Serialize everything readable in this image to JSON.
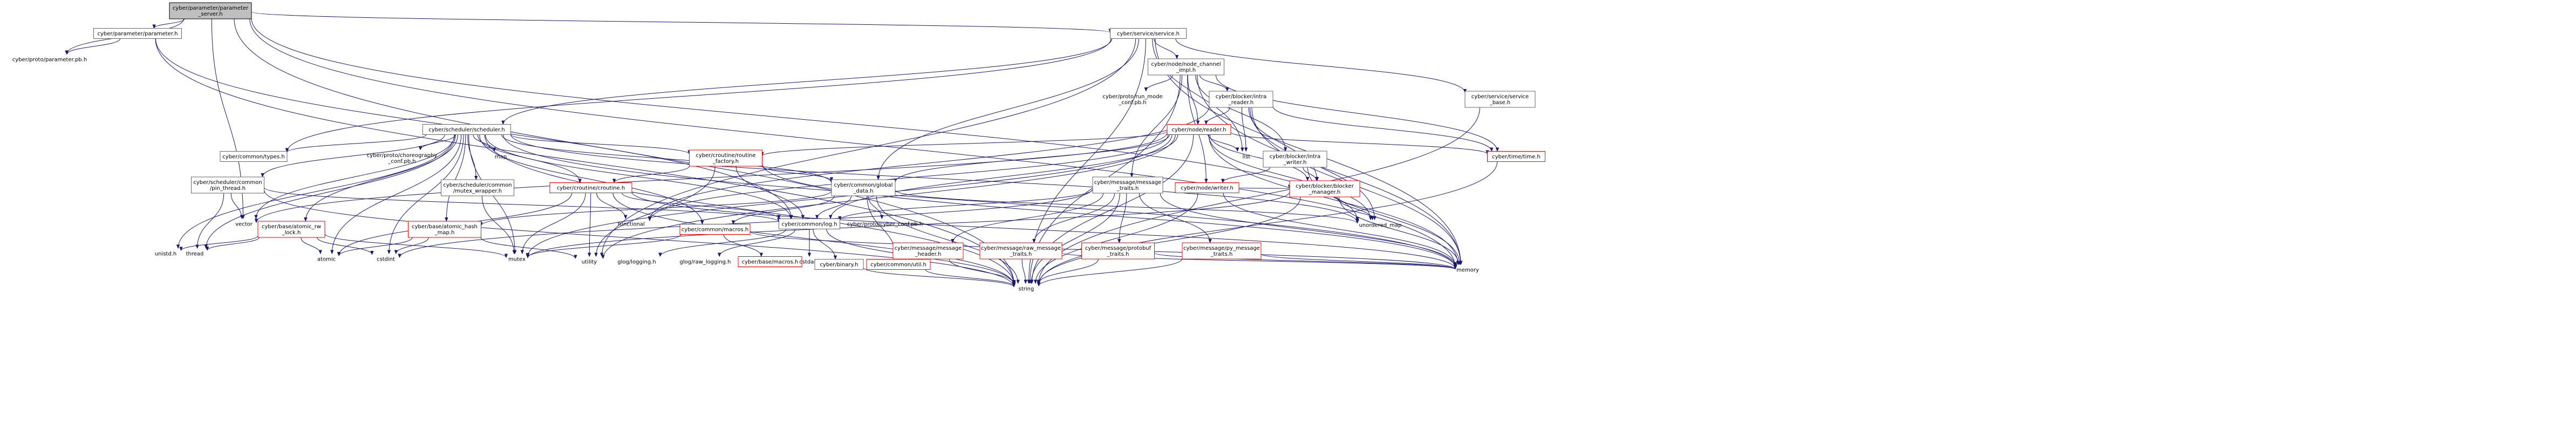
{
  "root_id": "server",
  "nodes": [
    {
      "id": "server",
      "lines": [
        "cyber/parameter/parameter",
        "_server.h"
      ],
      "style": "root"
    },
    {
      "id": "param_h",
      "lines": [
        "cyber/parameter/parameter.h"
      ],
      "style": "normal"
    },
    {
      "id": "param_pb",
      "lines": [
        "cyber/proto/parameter.pb.h"
      ],
      "style": "plain"
    },
    {
      "id": "service_h",
      "lines": [
        "cyber/service/service.h"
      ],
      "style": "normal"
    },
    {
      "id": "node_channel",
      "lines": [
        "cyber/node/node_channel",
        "_impl.h"
      ],
      "style": "normal"
    },
    {
      "id": "run_mode",
      "lines": [
        "cyber/proto/run_mode",
        "_conf.pb.h"
      ],
      "style": "plain"
    },
    {
      "id": "intra_reader",
      "lines": [
        "cyber/blocker/intra",
        "_reader.h"
      ],
      "style": "normal"
    },
    {
      "id": "service_base",
      "lines": [
        "cyber/service/service",
        "_base.h"
      ],
      "style": "normal"
    },
    {
      "id": "scheduler",
      "lines": [
        "cyber/scheduler/scheduler.h"
      ],
      "style": "normal"
    },
    {
      "id": "node_reader",
      "lines": [
        "cyber/node/reader.h"
      ],
      "style": "red"
    },
    {
      "id": "types",
      "lines": [
        "cyber/common/types.h"
      ],
      "style": "normal"
    },
    {
      "id": "choreo",
      "lines": [
        "cyber/proto/choreography",
        "_conf.pb.h"
      ],
      "style": "plain"
    },
    {
      "id": "map",
      "lines": [
        "map"
      ],
      "style": "plain"
    },
    {
      "id": "routine_factory",
      "lines": [
        "cyber/croutine/routine",
        "_factory.h"
      ],
      "style": "red"
    },
    {
      "id": "list",
      "lines": [
        "list"
      ],
      "style": "plain"
    },
    {
      "id": "time_h",
      "lines": [
        "cyber/time/time.h"
      ],
      "style": "red"
    },
    {
      "id": "intra_writer",
      "lines": [
        "cyber/blocker/intra",
        "_writer.h"
      ],
      "style": "normal"
    },
    {
      "id": "pin_thread",
      "lines": [
        "cyber/scheduler/common",
        "/pin_thread.h"
      ],
      "style": "normal"
    },
    {
      "id": "mutex_wrapper",
      "lines": [
        "cyber/scheduler/common",
        "/mutex_wrapper.h"
      ],
      "style": "normal"
    },
    {
      "id": "croutine",
      "lines": [
        "cyber/croutine/croutine.h"
      ],
      "style": "red"
    },
    {
      "id": "global_data",
      "lines": [
        "cyber/common/global",
        "_data.h"
      ],
      "style": "normal"
    },
    {
      "id": "msg_traits",
      "lines": [
        "cyber/message/message",
        "_traits.h"
      ],
      "style": "normal"
    },
    {
      "id": "node_writer",
      "lines": [
        "cyber/node/writer.h"
      ],
      "style": "red"
    },
    {
      "id": "blocker_manager",
      "lines": [
        "cyber/blocker/blocker",
        "_manager.h"
      ],
      "style": "red"
    },
    {
      "id": "functional",
      "lines": [
        "functional"
      ],
      "style": "plain"
    },
    {
      "id": "atomic_rw",
      "lines": [
        "cyber/base/atomic_rw",
        "_lock.h"
      ],
      "style": "red"
    },
    {
      "id": "atomic_hash",
      "lines": [
        "cyber/base/atomic_hash",
        "_map.h"
      ],
      "style": "red"
    },
    {
      "id": "vector",
      "lines": [
        "vector"
      ],
      "style": "plain"
    },
    {
      "id": "macros_common",
      "lines": [
        "cyber/common/macros.h"
      ],
      "style": "red"
    },
    {
      "id": "log_h",
      "lines": [
        "cyber/common/log.h"
      ],
      "style": "normal"
    },
    {
      "id": "cyber_conf",
      "lines": [
        "cyber/proto/cyber_conf.pb.h"
      ],
      "style": "plain"
    },
    {
      "id": "msg_header",
      "lines": [
        "cyber/message/message",
        "_header.h"
      ],
      "style": "red"
    },
    {
      "id": "raw_traits",
      "lines": [
        "cyber/message/raw_message",
        "_traits.h"
      ],
      "style": "red"
    },
    {
      "id": "proto_traits",
      "lines": [
        "cyber/message/protobuf",
        "_traits.h"
      ],
      "style": "red"
    },
    {
      "id": "py_traits",
      "lines": [
        "cyber/message/py_message",
        "_traits.h"
      ],
      "style": "red"
    },
    {
      "id": "unordered_map",
      "lines": [
        "unordered_map"
      ],
      "style": "plain"
    },
    {
      "id": "unistd",
      "lines": [
        "unistd.h"
      ],
      "style": "plain"
    },
    {
      "id": "thread",
      "lines": [
        "thread"
      ],
      "style": "plain"
    },
    {
      "id": "atomic",
      "lines": [
        "atomic"
      ],
      "style": "plain"
    },
    {
      "id": "cstdint",
      "lines": [
        "cstdint"
      ],
      "style": "plain"
    },
    {
      "id": "mutex",
      "lines": [
        "mutex"
      ],
      "style": "plain"
    },
    {
      "id": "utility",
      "lines": [
        "utility"
      ],
      "style": "plain"
    },
    {
      "id": "glog",
      "lines": [
        "glog/logging.h"
      ],
      "style": "plain"
    },
    {
      "id": "glog_raw",
      "lines": [
        "glog/raw_logging.h"
      ],
      "style": "plain"
    },
    {
      "id": "base_macros",
      "lines": [
        "cyber/base/macros.h"
      ],
      "style": "red"
    },
    {
      "id": "cstdarg",
      "lines": [
        "cstdarg"
      ],
      "style": "plain"
    },
    {
      "id": "binary",
      "lines": [
        "cyber/binary.h"
      ],
      "style": "normal"
    },
    {
      "id": "util_h",
      "lines": [
        "cyber/common/util.h"
      ],
      "style": "red"
    },
    {
      "id": "memory",
      "lines": [
        "memory"
      ],
      "style": "plain"
    },
    {
      "id": "string",
      "lines": [
        "string"
      ],
      "style": "plain"
    }
  ],
  "edges": [
    [
      "server",
      "param_h"
    ],
    [
      "server",
      "param_pb"
    ],
    [
      "server",
      "service_h"
    ],
    [
      "server",
      "string"
    ],
    [
      "server",
      "memory"
    ],
    [
      "server",
      "vector"
    ],
    [
      "server",
      "unordered_map"
    ],
    [
      "param_h",
      "param_pb"
    ],
    [
      "param_h",
      "log_h"
    ],
    [
      "param_h",
      "string"
    ],
    [
      "service_h",
      "node_channel"
    ],
    [
      "service_h",
      "service_base"
    ],
    [
      "service_h",
      "scheduler"
    ],
    [
      "service_h",
      "types"
    ],
    [
      "service_h",
      "global_data"
    ],
    [
      "service_h",
      "list"
    ],
    [
      "service_h",
      "memory"
    ],
    [
      "service_h",
      "string"
    ],
    [
      "service_h",
      "utility"
    ],
    [
      "node_channel",
      "run_mode"
    ],
    [
      "node_channel",
      "intra_reader"
    ],
    [
      "node_channel",
      "intra_writer"
    ],
    [
      "node_channel",
      "node_reader"
    ],
    [
      "node_channel",
      "node_writer"
    ],
    [
      "node_channel",
      "msg_traits"
    ],
    [
      "node_channel",
      "time_h"
    ],
    [
      "node_channel",
      "memory"
    ],
    [
      "node_channel",
      "string"
    ],
    [
      "intra_reader",
      "node_reader"
    ],
    [
      "intra_reader",
      "blocker_manager"
    ],
    [
      "intra_reader",
      "time_h"
    ],
    [
      "intra_reader",
      "list"
    ],
    [
      "intra_reader",
      "functional"
    ],
    [
      "intra_reader",
      "memory"
    ],
    [
      "intra_reader",
      "unordered_map"
    ],
    [
      "intra_writer",
      "node_writer"
    ],
    [
      "intra_writer",
      "blocker_manager"
    ],
    [
      "intra_writer",
      "memory"
    ],
    [
      "service_base",
      "string"
    ],
    [
      "scheduler",
      "types"
    ],
    [
      "scheduler",
      "choreo"
    ],
    [
      "scheduler",
      "map"
    ],
    [
      "scheduler",
      "routine_factory"
    ],
    [
      "scheduler",
      "pin_thread"
    ],
    [
      "scheduler",
      "mutex_wrapper"
    ],
    [
      "scheduler",
      "croutine"
    ],
    [
      "scheduler",
      "global_data"
    ],
    [
      "scheduler",
      "atomic_rw"
    ],
    [
      "scheduler",
      "atomic_hash"
    ],
    [
      "scheduler",
      "log_h"
    ],
    [
      "scheduler",
      "macros_common"
    ],
    [
      "scheduler",
      "unistd"
    ],
    [
      "scheduler",
      "vector"
    ],
    [
      "scheduler",
      "atomic"
    ],
    [
      "scheduler",
      "mutex"
    ],
    [
      "scheduler",
      "string"
    ],
    [
      "scheduler",
      "memory"
    ],
    [
      "scheduler",
      "unordered_map"
    ],
    [
      "scheduler",
      "cstdint"
    ],
    [
      "scheduler",
      "thread"
    ],
    [
      "node_reader",
      "routine_factory"
    ],
    [
      "node_reader",
      "blocker_manager"
    ],
    [
      "node_reader",
      "time_h"
    ],
    [
      "node_reader",
      "list"
    ],
    [
      "node_reader",
      "functional"
    ],
    [
      "node_reader",
      "memory"
    ],
    [
      "node_reader",
      "unordered_map"
    ],
    [
      "node_reader",
      "vector"
    ],
    [
      "node_reader",
      "utility"
    ],
    [
      "node_reader",
      "mutex"
    ],
    [
      "node_reader",
      "string"
    ],
    [
      "node_reader",
      "log_h"
    ],
    [
      "node_reader",
      "global_data"
    ],
    [
      "routine_factory",
      "croutine"
    ],
    [
      "routine_factory",
      "global_data"
    ],
    [
      "routine_factory",
      "log_h"
    ],
    [
      "routine_factory",
      "memory"
    ],
    [
      "routine_factory",
      "utility"
    ],
    [
      "time_h",
      "string"
    ],
    [
      "pin_thread",
      "log_h"
    ],
    [
      "pin_thread",
      "vector"
    ],
    [
      "pin_thread",
      "thread"
    ],
    [
      "pin_thread",
      "string"
    ],
    [
      "mutex_wrapper",
      "mutex"
    ],
    [
      "croutine",
      "log_h"
    ],
    [
      "croutine",
      "functional"
    ],
    [
      "croutine",
      "memory"
    ],
    [
      "croutine",
      "mutex"
    ],
    [
      "croutine",
      "atomic"
    ],
    [
      "croutine",
      "utility"
    ],
    [
      "croutine",
      "string"
    ],
    [
      "global_data",
      "log_h"
    ],
    [
      "global_data",
      "macros_common"
    ],
    [
      "global_data",
      "cyber_conf"
    ],
    [
      "global_data",
      "util_h"
    ],
    [
      "global_data",
      "atomic_hash"
    ],
    [
      "global_data",
      "unordered_map"
    ],
    [
      "global_data",
      "string"
    ],
    [
      "msg_traits",
      "msg_header"
    ],
    [
      "msg_traits",
      "raw_traits"
    ],
    [
      "msg_traits",
      "proto_traits"
    ],
    [
      "msg_traits",
      "py_traits"
    ],
    [
      "msg_traits",
      "log_h"
    ],
    [
      "msg_traits",
      "string"
    ],
    [
      "msg_traits",
      "memory"
    ],
    [
      "msg_traits",
      "cstdint"
    ],
    [
      "node_writer",
      "blocker_manager"
    ],
    [
      "node_writer",
      "memory"
    ],
    [
      "node_writer",
      "string"
    ],
    [
      "blocker_manager",
      "memory"
    ],
    [
      "blocker_manager",
      "string"
    ],
    [
      "blocker_manager",
      "mutex"
    ],
    [
      "blocker_manager",
      "unordered_map"
    ],
    [
      "atomic_rw",
      "atomic"
    ],
    [
      "atomic_rw",
      "cstdint"
    ],
    [
      "atomic_rw",
      "mutex"
    ],
    [
      "atomic_rw",
      "thread"
    ],
    [
      "atomic_rw",
      "unistd"
    ],
    [
      "atomic_hash",
      "atomic"
    ],
    [
      "atomic_hash",
      "cstdint"
    ],
    [
      "atomic_hash",
      "utility"
    ],
    [
      "macros_common",
      "base_macros"
    ],
    [
      "macros_common",
      "memory"
    ],
    [
      "macros_common",
      "mutex"
    ],
    [
      "log_h",
      "glog"
    ],
    [
      "log_h",
      "glog_raw"
    ],
    [
      "log_h",
      "cstdarg"
    ],
    [
      "log_h",
      "binary"
    ],
    [
      "log_h",
      "string"
    ],
    [
      "binary",
      "string"
    ],
    [
      "util_h",
      "string"
    ],
    [
      "msg_header",
      "string"
    ],
    [
      "raw_traits",
      "string"
    ],
    [
      "raw_traits",
      "memory"
    ],
    [
      "proto_traits",
      "string"
    ],
    [
      "proto_traits",
      "memory"
    ],
    [
      "py_traits",
      "string"
    ],
    [
      "py_traits",
      "memory"
    ]
  ]
}
